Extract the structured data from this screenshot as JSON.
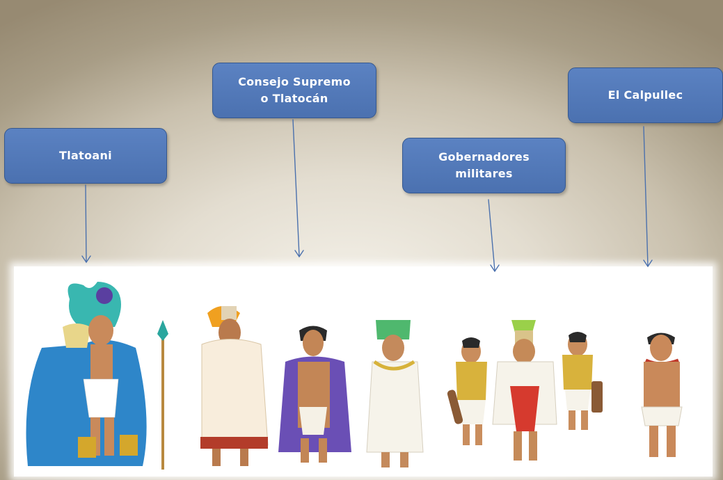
{
  "labels": {
    "tlatoani": "Tlatoani",
    "consejo": "Consejo Supremo\no Tlatocán",
    "gobernadores": "Gobernadores\nmilitares",
    "calpullec": "El Calpullec"
  },
  "colors": {
    "box_fill": "#4f76b6",
    "box_border": "#35588f",
    "box_text": "#ffffff",
    "arrow": "#4a70ad",
    "background_center": "#f5f2ea",
    "background_edge": "#978a72"
  },
  "figures": [
    "tlatoani-figure",
    "council-member-figure",
    "council-member-purple-figure",
    "council-member-green-headdress-figure",
    "military-governor-figure",
    "military-governor-center-figure",
    "military-governor-right-figure",
    "calpullec-figure"
  ]
}
